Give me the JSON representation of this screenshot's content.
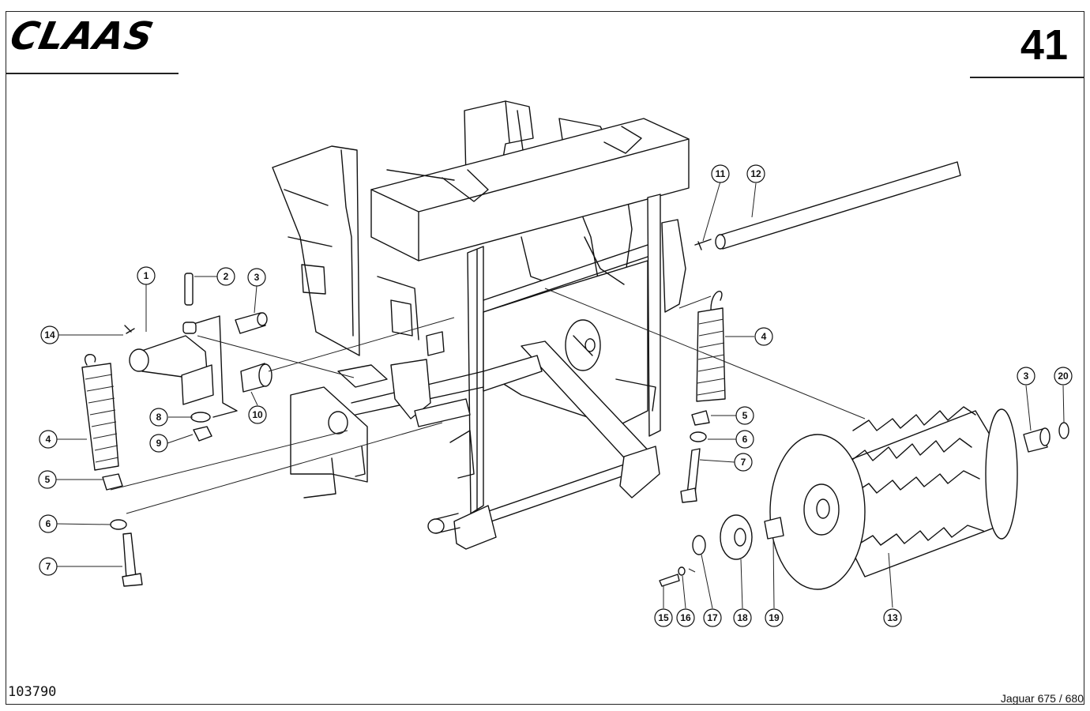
{
  "header": {
    "brand_logo": "CLAAS",
    "page_number": "41"
  },
  "footer": {
    "document_code": "103790",
    "model": "Jaguar 675 / 680"
  },
  "callouts": [
    "1",
    "2",
    "3",
    "4",
    "5",
    "6",
    "7",
    "8",
    "9",
    "10",
    "11",
    "12",
    "13",
    "14",
    "15",
    "16",
    "17",
    "18",
    "19",
    "20"
  ]
}
